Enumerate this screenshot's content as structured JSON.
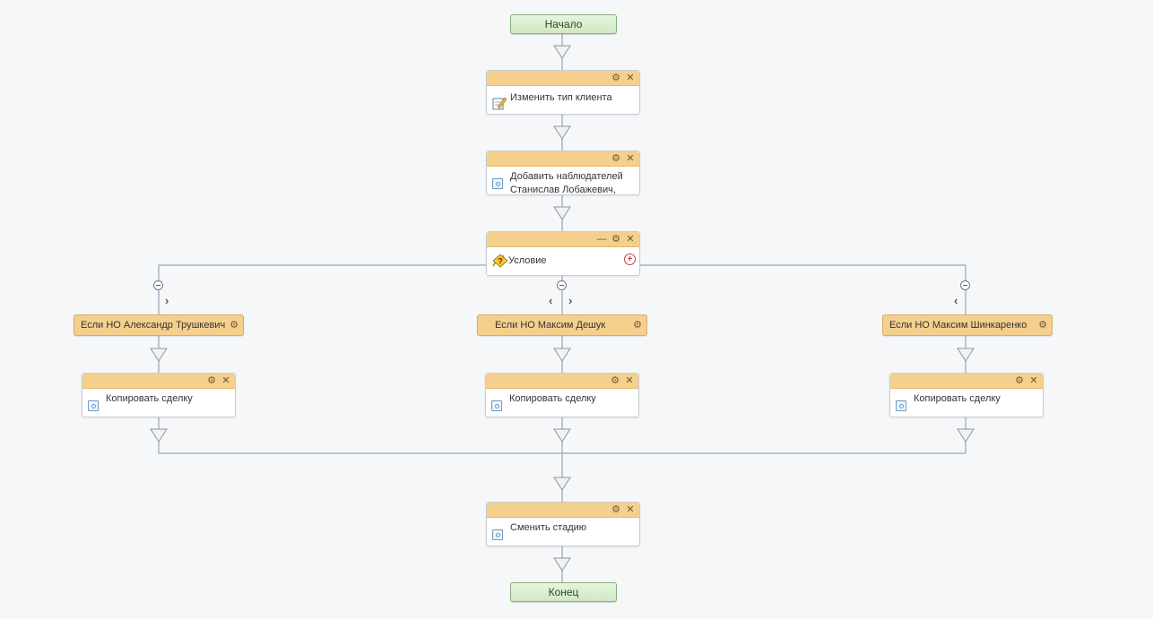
{
  "start": {
    "label": "Начало"
  },
  "end": {
    "label": "Конец"
  },
  "steps": {
    "change_client_type": {
      "label": "Изменить тип клиента"
    },
    "add_observers": {
      "line1": "Добавить наблюдателей",
      "line2": "Станислав Лобажевич,"
    },
    "condition": {
      "label": "Условие"
    },
    "change_stage": {
      "label": "Сменить стадию"
    }
  },
  "branches": [
    {
      "label": "Если НО Александр Трушкевич",
      "action": "Копировать сделку"
    },
    {
      "label": "Если НО Максим Дешук",
      "action": "Копировать сделку"
    },
    {
      "label": "Если НО Максим Шинкаренко",
      "action": "Копировать сделку"
    }
  ],
  "controls": {
    "gear": "⚙",
    "close": "✕",
    "minimize": "—",
    "plus": "+",
    "left": "‹",
    "right": "›"
  },
  "colors": {
    "header": "#f5cf8c",
    "terminal": "#cfe9c4",
    "wire": "#a8b4c4"
  }
}
